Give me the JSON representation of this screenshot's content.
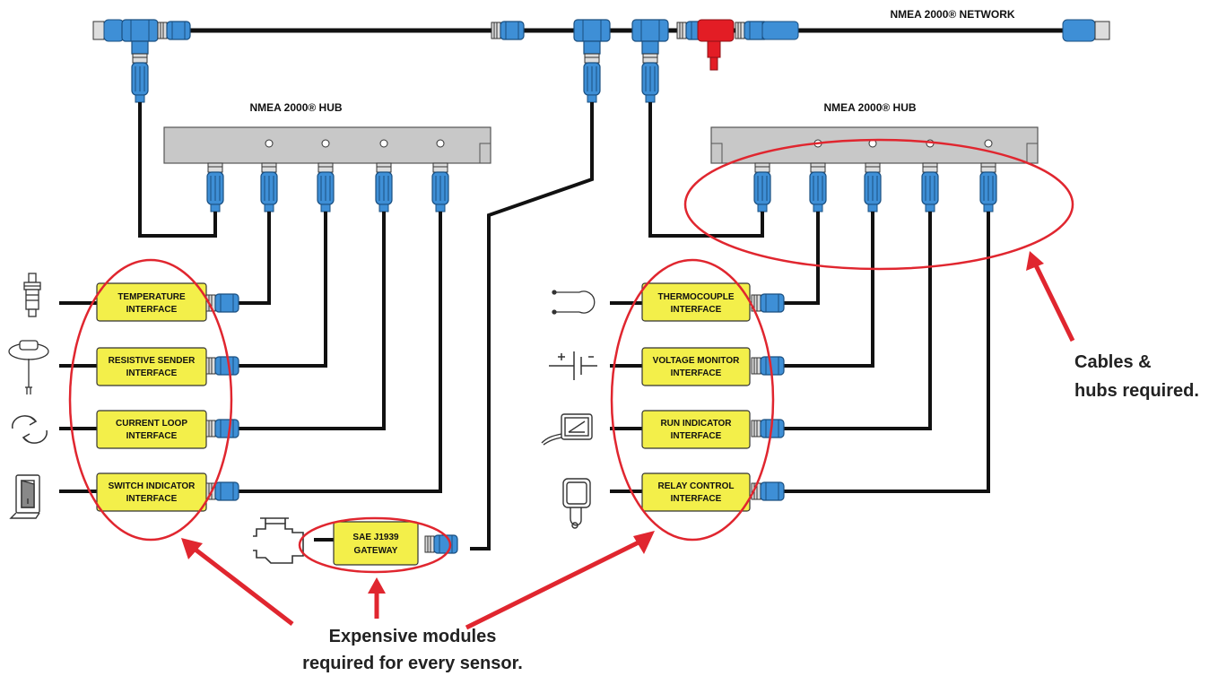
{
  "network_label": "NMEA 2000® NETWORK",
  "hub_left_label": "NMEA 2000® HUB",
  "hub_right_label": "NMEA 2000® HUB",
  "modules_left": [
    {
      "line1": "TEMPERATURE",
      "line2": "INTERFACE",
      "sensor_icon": "temperature-sender-icon"
    },
    {
      "line1": "RESISTIVE SENDER",
      "line2": "INTERFACE",
      "sensor_icon": "tank-sender-icon"
    },
    {
      "line1": "CURRENT LOOP",
      "line2": "INTERFACE",
      "sensor_icon": "current-loop-icon"
    },
    {
      "line1": "SWITCH INDICATOR",
      "line2": "INTERFACE",
      "sensor_icon": "rocker-switch-icon"
    }
  ],
  "modules_right": [
    {
      "line1": "THERMOCOUPLE",
      "line2": "INTERFACE",
      "sensor_icon": "thermocouple-icon"
    },
    {
      "line1": "VOLTAGE MONITOR",
      "line2": "INTERFACE",
      "sensor_icon": "battery-icon"
    },
    {
      "line1": "RUN INDICATOR",
      "line2": "INTERFACE",
      "sensor_icon": "run-indicator-icon"
    },
    {
      "line1": "RELAY CONTROL",
      "line2": "INTERFACE",
      "sensor_icon": "relay-icon"
    }
  ],
  "gateway": {
    "line1": "SAE J1939",
    "line2": "GATEWAY",
    "sensor_icon": "engine-icon"
  },
  "callout_cables": {
    "line1": "Cables &",
    "line2": "hubs required."
  },
  "callout_modules": {
    "line1": "Expensive modules",
    "line2": "required for every sensor."
  },
  "colors": {
    "connector_blue": "#3e8fd6",
    "connector_dark": "#1a4f80",
    "module_yellow": "#f3ef4a",
    "hub_gray": "#c8c8c8",
    "terminator_red": "#e31d25",
    "annotation_red": "#e0262f",
    "cable": "#111111"
  }
}
